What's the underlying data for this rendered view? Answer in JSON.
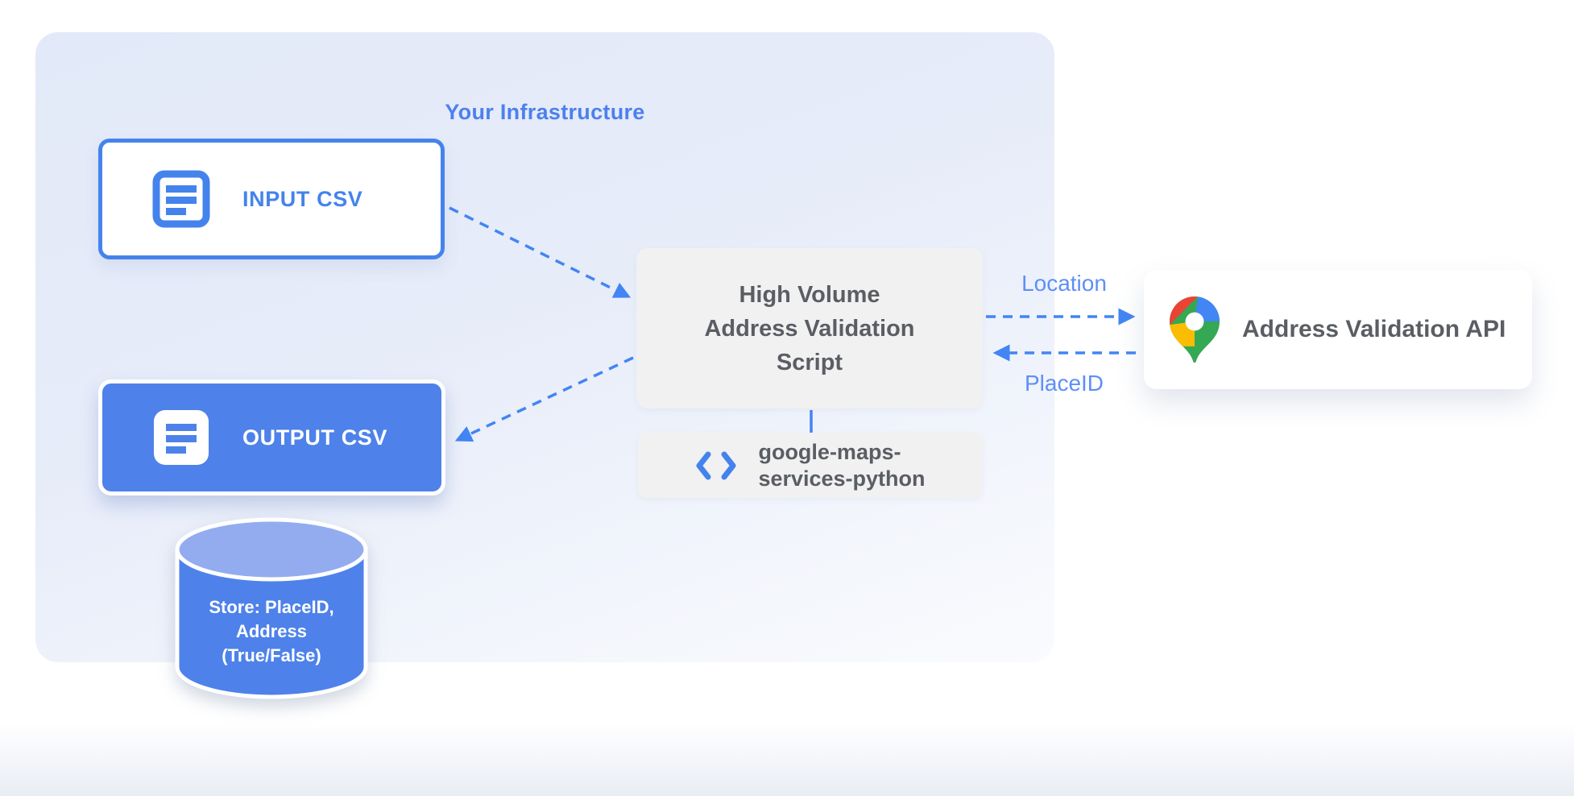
{
  "infrastructure": {
    "title": "Your Infrastructure"
  },
  "nodes": {
    "input_csv": {
      "label": "INPUT CSV",
      "icon": "document-icon"
    },
    "output_csv": {
      "label": "OUTPUT CSV",
      "icon": "document-icon"
    },
    "script": {
      "line1": "High Volume",
      "line2": "Address Validation",
      "line3": "Script"
    },
    "library": {
      "line1": "google-maps-",
      "line2": "services-python",
      "icon": "code-icon"
    },
    "api": {
      "label": "Address Validation API",
      "icon": "google-maps-pin-icon"
    },
    "datastore": {
      "line1": "Store: PlaceID,",
      "line2": "Address",
      "line3": "(True/False)"
    }
  },
  "edges": {
    "script_to_api_label": "Location",
    "api_to_script_label": "PlaceID"
  },
  "colors": {
    "accent_blue": "#4285F4",
    "border_blue": "#4583EC",
    "fill_blue": "#4E82EA",
    "cylinder_top_blue": "#92ACEF",
    "light_label_blue": "#5E8FF6",
    "title_blue": "#4C80EE",
    "gray_text": "#5A5E63",
    "panel_gray": "#F1F1F2",
    "container_lavender": "#E2E9F8",
    "maps_red": "#EA4335",
    "maps_blue": "#4285F4",
    "maps_yellow": "#FBBC04",
    "maps_green": "#34A853"
  }
}
